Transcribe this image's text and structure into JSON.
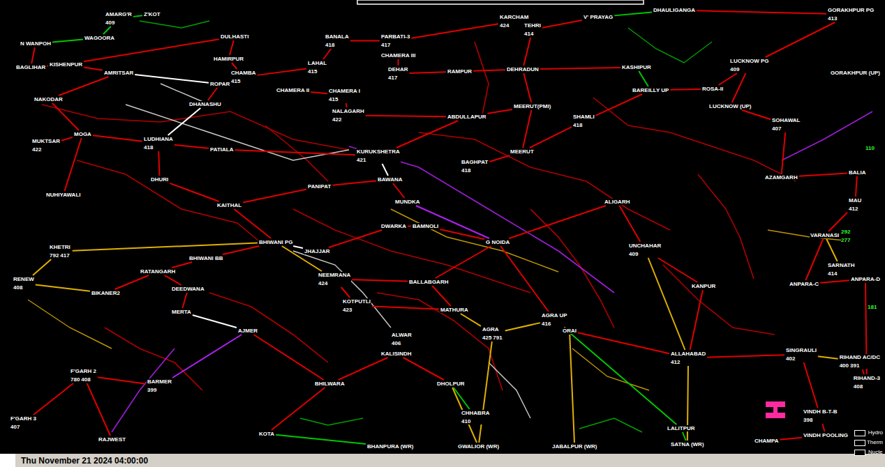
{
  "diagram": {
    "nodes": [
      {
        "text": [
          "N WANPOH"
        ]
      },
      {
        "text": [
          "AMARG'R",
          "409"
        ]
      },
      {
        "text": [
          "Z'KOT"
        ]
      },
      {
        "text": [
          "WAGOORA"
        ]
      },
      {
        "text": [
          "BAGLIHAR"
        ]
      },
      {
        "text": [
          "KISHENPUR"
        ]
      },
      {
        "text": [
          "AMRITSAR"
        ]
      },
      {
        "text": [
          "NAKODAR"
        ]
      },
      {
        "text": [
          "DULHASTI"
        ]
      },
      {
        "text": [
          "HAMIRPUR"
        ]
      },
      {
        "text": [
          "CHAMBA",
          "415"
        ]
      },
      {
        "text": [
          "LAHAL",
          "415"
        ]
      },
      {
        "text": [
          "BANALA",
          "418"
        ]
      },
      {
        "text": [
          "PARBATI-3",
          "417"
        ]
      },
      {
        "text": [
          "KARCHAM",
          "424"
        ]
      },
      {
        "text": [
          "TEHRI",
          "414"
        ]
      },
      {
        "text": [
          "V' PRAYAG"
        ]
      },
      {
        "text": [
          "DHAULIGANGA"
        ]
      },
      {
        "text": [
          "GORAKHPUR PG",
          "413"
        ]
      },
      {
        "text": [
          "CHAMERA III"
        ]
      },
      {
        "text": [
          "DEHAR",
          "417"
        ]
      },
      {
        "text": [
          "RAMPUR"
        ]
      },
      {
        "text": [
          "DEHRADUN"
        ]
      },
      {
        "text": [
          "CHAMERA I",
          "415"
        ]
      },
      {
        "text": [
          "CHAMERA II"
        ]
      },
      {
        "text": [
          "NALAGARH",
          "422"
        ]
      },
      {
        "text": [
          "KASHIPUR"
        ]
      },
      {
        "text": [
          "LUCKNOW PG",
          "409"
        ]
      },
      {
        "text": [
          "BAREILLY UP"
        ]
      },
      {
        "text": [
          "ROSA-II"
        ]
      },
      {
        "text": [
          "GORAKHPUR (UP)"
        ]
      },
      {
        "text": [
          "ROPAR"
        ]
      },
      {
        "text": [
          "DHANASHU"
        ]
      },
      {
        "text": [
          "MOGA"
        ]
      },
      {
        "text": [
          "LUDHIANA",
          "418"
        ]
      },
      {
        "text": [
          "MUKTSAR",
          "422"
        ]
      },
      {
        "text": [
          "PATIALA"
        ]
      },
      {
        "text": [
          "KURUKSHETRA",
          "421"
        ]
      },
      {
        "text": [
          "ABDULLAPUR"
        ]
      },
      {
        "text": [
          "MEERUT(PMI)"
        ]
      },
      {
        "text": [
          "SHAMLI",
          "418"
        ]
      },
      {
        "text": [
          "SOHAWAL",
          "407"
        ]
      },
      {
        "text": [
          "BAGHPAT",
          "418"
        ]
      },
      {
        "text": [
          "MEERUT"
        ]
      },
      {
        "text": [
          "LUCKNOW (UP)"
        ]
      },
      {
        "text": [
          "NUHIYAWALI"
        ]
      },
      {
        "text": [
          "DHURI"
        ]
      },
      {
        "text": [
          "KAITHAL"
        ]
      },
      {
        "text": [
          "PANIPAT"
        ]
      },
      {
        "text": [
          "BAWANA"
        ]
      },
      {
        "text": [
          "MUNDKA"
        ]
      },
      {
        "text": [
          "ALIGARH"
        ]
      },
      {
        "text": [
          "BALIA"
        ]
      },
      {
        "text": [
          "AZAMGARH"
        ]
      },
      {
        "text": [
          "MAU",
          "412"
        ]
      },
      {
        "text": [
          "KHETRI",
          "792",
          "417"
        ]
      },
      {
        "text": [
          "BHIWANI PG"
        ]
      },
      {
        "text": [
          "BHIWANI BB"
        ]
      },
      {
        "text": [
          "JHAJJAR"
        ]
      },
      {
        "text": [
          "DWARKA"
        ]
      },
      {
        "text": [
          "BAMNOLI"
        ]
      },
      {
        "text": [
          "G NOIDA"
        ]
      },
      {
        "text": [
          "UNCHAHAR",
          "409"
        ]
      },
      {
        "text": [
          "VARANASI"
        ]
      },
      {
        "text": [
          "SARNATH",
          "414"
        ]
      },
      {
        "text": [
          "RENEW",
          "408"
        ]
      },
      {
        "text": [
          "RATANGARH"
        ]
      },
      {
        "text": [
          "NEEMRANA",
          "424"
        ]
      },
      {
        "text": [
          "BALLABGARH"
        ]
      },
      {
        "text": [
          "KANPUR"
        ]
      },
      {
        "text": [
          "ANPARA-C"
        ]
      },
      {
        "text": [
          "ANPARA-D"
        ]
      },
      {
        "text": [
          "BIKANER2"
        ]
      },
      {
        "text": [
          "DEEDWANA"
        ]
      },
      {
        "text": [
          "MERTA"
        ]
      },
      {
        "text": [
          "KOTPUTLI",
          "423"
        ]
      },
      {
        "text": [
          "MATHURA"
        ]
      },
      {
        "text": [
          "AGRA UP",
          "416"
        ]
      },
      {
        "text": [
          "AJMER"
        ]
      },
      {
        "text": [
          "ALWAR",
          "406"
        ]
      },
      {
        "text": [
          "ALLAHABAD",
          "412"
        ]
      },
      {
        "text": [
          "SINGRAULI",
          "402"
        ]
      },
      {
        "text": [
          "RIHAND AC/DC",
          "400",
          "391"
        ]
      },
      {
        "text": [
          "F'GARH 2",
          "780",
          "408"
        ]
      },
      {
        "text": [
          "BARMER",
          "399"
        ]
      },
      {
        "text": [
          "BHILWARA"
        ]
      },
      {
        "text": [
          "KALISINDH"
        ]
      },
      {
        "text": [
          "AGRA",
          "425",
          "791"
        ]
      },
      {
        "text": [
          "ORAI"
        ]
      },
      {
        "text": [
          "DHOLPUR"
        ]
      },
      {
        "text": [
          "RIHAND-3",
          "408"
        ]
      },
      {
        "text": [
          "F'GARH 3",
          "407"
        ]
      },
      {
        "text": [
          "KOTA"
        ]
      },
      {
        "text": [
          "CHHABRA",
          "410"
        ]
      },
      {
        "text": [
          "VINDH B-T-B",
          "398"
        ]
      },
      {
        "text": [
          "RAJWEST"
        ]
      },
      {
        "text": [
          "BHANPURA (WR)"
        ]
      },
      {
        "text": [
          "GWALIOR (WR)"
        ]
      },
      {
        "text": [
          "JABALPUR (WR)"
        ]
      },
      {
        "text": [
          "SATNA (WR)"
        ]
      },
      {
        "text": [
          "CHAMPA"
        ]
      },
      {
        "text": [
          "VINDH POOLING"
        ]
      },
      {
        "text": [
          "LALITPUR"
        ]
      }
    ],
    "edges": [
      {
        "from": 0,
        "to": 3,
        "arrow": "none"
      },
      {
        "from": 3,
        "to": 1,
        "arrow": "none"
      },
      {
        "from": 1,
        "to": 2,
        "arrow": "none"
      },
      {
        "from": 0,
        "to": 4,
        "arrow": "none"
      },
      {
        "from": 4,
        "to": 5,
        "arrow": "none"
      },
      {
        "from": 5,
        "to": 6,
        "arrow": "none"
      },
      {
        "from": 6,
        "to": 7,
        "arrow": "none"
      },
      {
        "from": 5,
        "to": 8,
        "arrow": "none"
      },
      {
        "from": 8,
        "to": 9,
        "arrow": "none"
      },
      {
        "from": 9,
        "to": 10,
        "arrow": "none"
      },
      {
        "from": 10,
        "to": 11,
        "arrow": "none"
      },
      {
        "from": 11,
        "to": 12,
        "arrow": "none"
      },
      {
        "from": 12,
        "to": 13,
        "arrow": "none"
      },
      {
        "from": 13,
        "to": 14,
        "arrow": "none"
      },
      {
        "from": 14,
        "to": 15,
        "arrow": "none"
      },
      {
        "from": 15,
        "to": 16,
        "arrow": "none"
      },
      {
        "from": 16,
        "to": 17,
        "arrow": "none"
      },
      {
        "from": 17,
        "to": 18,
        "arrow": "none"
      },
      {
        "from": 19,
        "to": 20,
        "arrow": "none"
      },
      {
        "from": 20,
        "to": 21,
        "arrow": "none"
      },
      {
        "from": 21,
        "to": 22,
        "arrow": "none"
      },
      {
        "from": 22,
        "to": 15,
        "arrow": "none"
      },
      {
        "from": 23,
        "to": 25,
        "arrow": "none"
      },
      {
        "from": 24,
        "to": 23,
        "arrow": "none"
      },
      {
        "from": 25,
        "to": 38,
        "arrow": "none"
      },
      {
        "from": 38,
        "to": 39,
        "arrow": "none"
      },
      {
        "from": 39,
        "to": 22,
        "arrow": "none"
      },
      {
        "from": 26,
        "to": 28,
        "arrow": "none"
      },
      {
        "from": 28,
        "to": 29,
        "arrow": "none"
      },
      {
        "from": 29,
        "to": 27,
        "arrow": "none"
      },
      {
        "from": 27,
        "to": 18,
        "arrow": "none"
      },
      {
        "from": 27,
        "to": 44,
        "arrow": "none"
      },
      {
        "from": 6,
        "to": 31,
        "arrow": "none"
      },
      {
        "from": 31,
        "to": 32,
        "arrow": "none"
      },
      {
        "from": 7,
        "to": 33,
        "arrow": "none"
      },
      {
        "from": 33,
        "to": 34,
        "arrow": "none"
      },
      {
        "from": 34,
        "to": 32,
        "arrow": "none"
      },
      {
        "from": 35,
        "to": 33,
        "arrow": "none"
      },
      {
        "from": 34,
        "to": 36,
        "arrow": "none"
      },
      {
        "from": 36,
        "to": 37,
        "arrow": "none"
      },
      {
        "from": 37,
        "to": 38,
        "arrow": "none"
      },
      {
        "from": 37,
        "to": 49,
        "arrow": "none"
      },
      {
        "from": 42,
        "to": 43,
        "arrow": "none"
      },
      {
        "from": 43,
        "to": 39,
        "arrow": "none"
      },
      {
        "from": 40,
        "to": 43,
        "arrow": "none"
      },
      {
        "from": 40,
        "to": 28,
        "arrow": "none"
      },
      {
        "from": 44,
        "to": 41,
        "arrow": "none"
      },
      {
        "from": 41,
        "to": 53,
        "arrow": "none"
      },
      {
        "from": 53,
        "to": 52,
        "arrow": "none"
      },
      {
        "from": 52,
        "to": 54,
        "arrow": "none"
      },
      {
        "from": 45,
        "to": 33,
        "arrow": "none"
      },
      {
        "from": 46,
        "to": 34,
        "arrow": "none"
      },
      {
        "from": 46,
        "to": 47,
        "arrow": "none"
      },
      {
        "from": 47,
        "to": 56,
        "arrow": "none"
      },
      {
        "from": 56,
        "to": 57,
        "arrow": "none"
      },
      {
        "from": 56,
        "to": 58,
        "arrow": "none"
      },
      {
        "from": 58,
        "to": 59,
        "arrow": "none"
      },
      {
        "from": 59,
        "to": 60,
        "arrow": "none"
      },
      {
        "from": 60,
        "to": 61,
        "arrow": "none"
      },
      {
        "from": 48,
        "to": 49,
        "arrow": "none"
      },
      {
        "from": 49,
        "to": 50,
        "arrow": "none"
      },
      {
        "from": 50,
        "to": 61,
        "arrow": "none"
      },
      {
        "from": 61,
        "to": 51,
        "arrow": "none"
      },
      {
        "from": 51,
        "to": 62,
        "arrow": "none"
      },
      {
        "from": 62,
        "to": 69,
        "arrow": "none"
      },
      {
        "from": 63,
        "to": 64,
        "arrow": "none"
      },
      {
        "from": 54,
        "to": 63,
        "arrow": "none"
      },
      {
        "from": 63,
        "to": 70,
        "arrow": "none"
      },
      {
        "from": 70,
        "to": 71,
        "arrow": "none"
      },
      {
        "from": 55,
        "to": 56,
        "arrow": "none"
      },
      {
        "from": 55,
        "to": 65,
        "arrow": "none"
      },
      {
        "from": 65,
        "to": 72,
        "arrow": "none"
      },
      {
        "from": 72,
        "to": 66,
        "arrow": "none"
      },
      {
        "from": 66,
        "to": 57,
        "arrow": "none"
      },
      {
        "from": 73,
        "to": 74,
        "arrow": "none"
      },
      {
        "from": 74,
        "to": 78,
        "arrow": "none"
      },
      {
        "from": 78,
        "to": 85,
        "arrow": "none"
      },
      {
        "from": 67,
        "to": 75,
        "arrow": "none"
      },
      {
        "from": 75,
        "to": 76,
        "arrow": "none"
      },
      {
        "from": 76,
        "to": 87,
        "arrow": "none"
      },
      {
        "from": 87,
        "to": 77,
        "arrow": "none"
      },
      {
        "from": 77,
        "to": 88,
        "arrow": "none"
      },
      {
        "from": 88,
        "to": 80,
        "arrow": "none"
      },
      {
        "from": 80,
        "to": 81,
        "arrow": "none"
      },
      {
        "from": 81,
        "to": 82,
        "arrow": "none"
      },
      {
        "from": 82,
        "to": 90,
        "arrow": "none"
      },
      {
        "from": 71,
        "to": 90,
        "arrow": "none"
      },
      {
        "from": 83,
        "to": 84,
        "arrow": "none"
      },
      {
        "from": 84,
        "to": 78,
        "arrow": "none"
      },
      {
        "from": 83,
        "to": 91,
        "arrow": "none"
      },
      {
        "from": 83,
        "to": 95,
        "arrow": "none"
      },
      {
        "from": 85,
        "to": 92,
        "arrow": "none"
      },
      {
        "from": 92,
        "to": 96,
        "arrow": "none"
      },
      {
        "from": 86,
        "to": 89,
        "arrow": "none"
      },
      {
        "from": 89,
        "to": 97,
        "arrow": "none"
      },
      {
        "from": 87,
        "to": 97,
        "arrow": "none"
      },
      {
        "from": 88,
        "to": 98,
        "arrow": "none"
      },
      {
        "from": 80,
        "to": 99,
        "arrow": "none"
      },
      {
        "from": 81,
        "to": 94,
        "arrow": "none"
      },
      {
        "from": 94,
        "to": 101,
        "arrow": "none"
      },
      {
        "from": 101,
        "to": 100,
        "arrow": "none"
      },
      {
        "from": 102,
        "to": 99,
        "arrow": "none"
      },
      {
        "from": 77,
        "to": 102,
        "arrow": "none"
      },
      {
        "from": 68,
        "to": 67,
        "arrow": "none"
      },
      {
        "from": 61,
        "to": 68,
        "arrow": "none"
      },
      {
        "from": 68,
        "to": 76,
        "arrow": "none"
      },
      {
        "from": 69,
        "to": 80,
        "arrow": "none"
      },
      {
        "from": 61,
        "to": 77,
        "arrow": "none"
      },
      {
        "from": 56,
        "to": 67,
        "arrow": "none"
      },
      {
        "from": 47,
        "to": 48,
        "arrow": "none"
      },
      {
        "from": 73,
        "to": 66,
        "arrow": "none"
      },
      {
        "from": 86,
        "to": 85,
        "arrow": "none"
      },
      {
        "from": 93,
        "to": 89,
        "arrow": "none"
      },
      {
        "from": 62,
        "to": 80,
        "arrow": "none"
      },
      {
        "from": 26,
        "to": 22,
        "arrow": "none"
      }
    ],
    "labels": [
      "Thu November 21 2024 04:00:00",
      "110",
      "292",
      "277",
      "181"
    ],
    "legend": [
      {
        "text": "Hydro"
      },
      {
        "text": "Therm"
      },
      {
        "text": "Nucle"
      }
    ]
  }
}
